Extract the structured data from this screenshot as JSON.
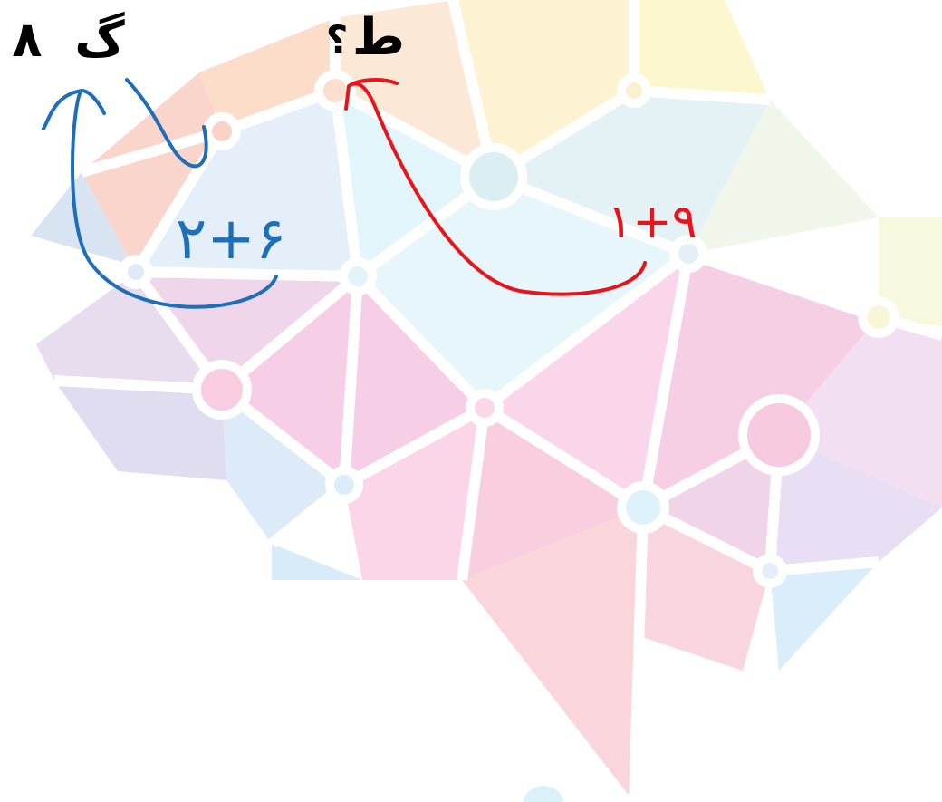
{
  "labels": {
    "left_letter": "گ",
    "left_number": "۸",
    "right_letter": "ط",
    "right_mark": "؟"
  },
  "annotations": {
    "blue_sum": "۲+۶",
    "red_sum": "۱+۹"
  },
  "colors": {
    "background": "#ffffff",
    "blue_ink": "#1f6fb8",
    "red_ink": "#e8141b",
    "text": "#000000"
  },
  "icons": [
    "brain-network-icon"
  ]
}
